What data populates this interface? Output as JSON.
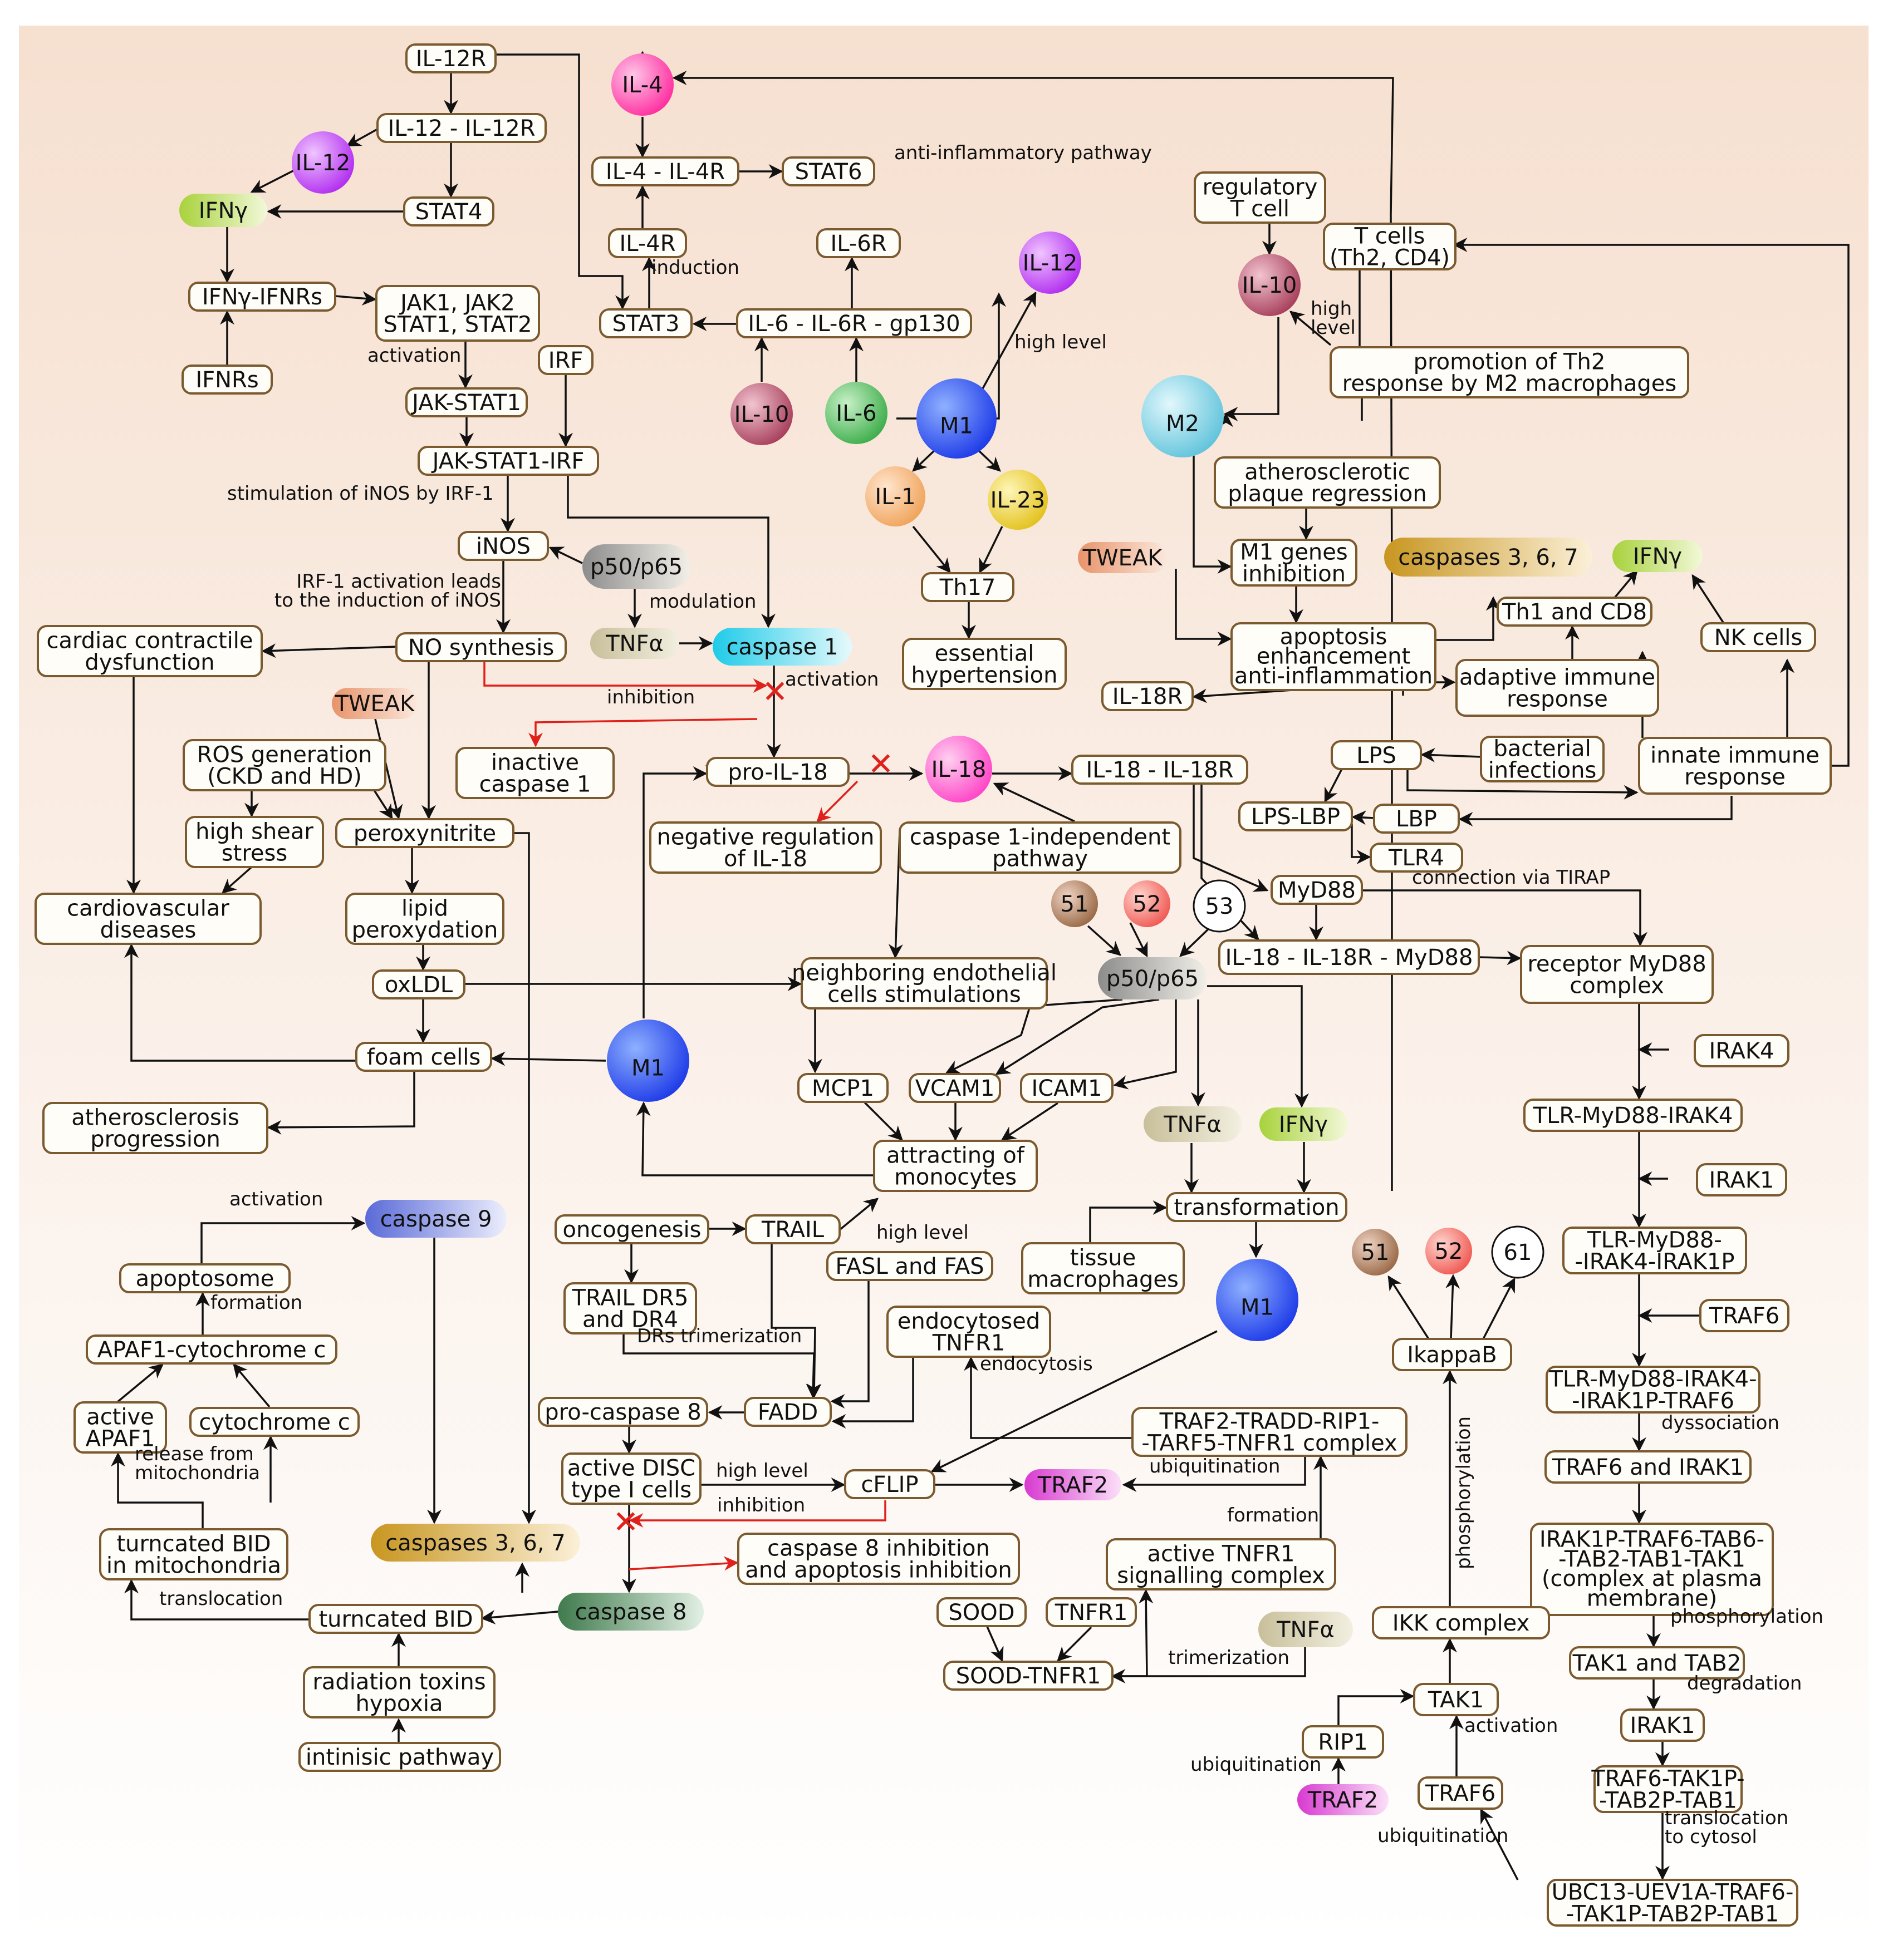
{
  "colors": {
    "box_stroke": "#7a5a2e",
    "box_fill": "#fffdf8",
    "background_top": "#f7e6d9",
    "inhibition": "#e0201a"
  },
  "boxes": {
    "il12r": "IL-12R",
    "il12_il12r": "IL-12 - IL-12R",
    "stat4": "STAT4",
    "ifng_ifnrs": "IFNγ-IFNRs",
    "ifnrs": "IFNRs",
    "jak_stat": [
      "JAK1, JAK2",
      "STAT1, STAT2"
    ],
    "jak_stat1": "JAK-STAT1",
    "irf": "IRF",
    "jak_stat1_irf": "JAK-STAT1-IRF",
    "inos": "iNOS",
    "no_synthesis": "NO synthesis",
    "cardiac": [
      "cardiac contractile",
      "dysfunction"
    ],
    "ros": [
      "ROS generation",
      "(CKD and HD)"
    ],
    "high_shear": [
      "high shear",
      "stress"
    ],
    "peroxynitrite": "peroxynitrite",
    "cardiovascular": [
      "cardiovascular",
      "diseases"
    ],
    "lipid": [
      "lipid",
      "peroxydation"
    ],
    "oxldl": "oxLDL",
    "foam": "foam cells",
    "atherosclerosis": [
      "atherosclerosis",
      "progression"
    ],
    "il4_il4r": "IL-4 - IL-4R",
    "stat6": "STAT6",
    "il4r": "IL-4R",
    "stat3": "STAT3",
    "il6r": "IL-6R",
    "il6_complex": "IL-6 - IL-6R - gp130",
    "th17": "Th17",
    "essential": [
      "essential",
      "hypertension"
    ],
    "inactive_casp1": [
      "inactive",
      "caspase 1"
    ],
    "pro_il18": "pro-IL-18",
    "neg_reg": [
      "negative regulation",
      "of IL-18"
    ],
    "casp1_indep": [
      "caspase 1-independent",
      "pathway"
    ],
    "il18_il18r": "IL-18 - IL-18R",
    "il18r": "IL-18R",
    "neighboring": [
      "neighboring endothelial",
      "cells stimulations"
    ],
    "mcp1": "MCP1",
    "vcam1": "VCAM1",
    "icam1": "ICAM1",
    "attracting": [
      "attracting of",
      "monocytes"
    ],
    "oncogenesis": "oncogenesis",
    "trail": "TRAIL",
    "trail_dr": [
      "TRAIL DR5",
      "and DR4"
    ],
    "fasl": "FASL and FAS",
    "endocytosed": [
      "endocytosed",
      "TNFR1"
    ],
    "pro_casp8": "pro-caspase 8",
    "fadd": "FADD",
    "disc": [
      "active DISC",
      "type I cells"
    ],
    "cflip": "cFLIP",
    "casp8_inhib": [
      "caspase 8 inhibition",
      "and apoptosis inhibition"
    ],
    "apoptosome": "apoptosome",
    "apaf1_cyt": "APAF1-cytochrome c",
    "active_apaf1": [
      "active",
      "APAF1"
    ],
    "cytochrome": "cytochrome c",
    "tbid_mito": [
      "turncated BID",
      "in mitochondria"
    ],
    "tbid": "turncated BID",
    "radiation": [
      "radiation toxins",
      "hypoxia"
    ],
    "intrinsic": "intinisic pathway",
    "regulatory_t": [
      "regulatory",
      "T cell"
    ],
    "t_cells": [
      "T cells",
      "(Th2, CD4)"
    ],
    "promotion": [
      "promotion of Th2",
      "response by M2 macrophages"
    ],
    "plaque": [
      "atherosclerotic",
      "plaque regression"
    ],
    "m1_genes": [
      "M1 genes",
      "inhibition"
    ],
    "apoptosis_enh": [
      "apoptosis",
      "enhancement",
      "anti-inflammation"
    ],
    "th1_cd8": "Th1 and CD8",
    "adaptive": [
      "adaptive immune",
      "response"
    ],
    "nk": "NK cells",
    "innate": [
      "innate immune",
      "response"
    ],
    "lps": "LPS",
    "bacterial": [
      "bacterial",
      "infections"
    ],
    "lps_lbp": "LPS-LBP",
    "lbp": "LBP",
    "tlr4": "TLR4",
    "myd88": "MyD88",
    "il18_myd88": "IL-18 - IL-18R - MyD88",
    "receptor_myd88": [
      "receptor MyD88",
      "complex"
    ],
    "irak4": "IRAK4",
    "tlr_irak4": "TLR-MyD88-IRAK4",
    "irak1_in": "IRAK1",
    "tlr_irak1p": [
      "TLR-MyD88-",
      "-IRAK4-IRAK1P"
    ],
    "traf6_in": "TRAF6",
    "tlr_traf6": [
      "TLR-MyD88-IRAK4-",
      "-IRAK1P-TRAF6"
    ],
    "traf6_irak1": "TRAF6 and IRAK1",
    "irak1p_complex": [
      "IRAK1P-TRAF6-TAB6-",
      "-TAB2-TAB1-TAK1",
      "(complex at plasma",
      "membrane)"
    ],
    "tak1_tab2": "TAK1 and TAB2",
    "irak1_out": "IRAK1",
    "traf6_tak1p": [
      "TRAF6-TAK1P-",
      "-TAB2P-TAB1"
    ],
    "ubc13": [
      "UBC13-UEV1A-TRAF6-",
      "-TAK1P-TAB2P-TAB1"
    ],
    "transformation": "transformation",
    "tissue_macro": [
      "tissue",
      "macrophages"
    ],
    "ikappab": "IkappaB",
    "traf2_complex": [
      "TRAF2-TRADD-RIP1-",
      "-TARF5-TNFR1 complex"
    ],
    "active_tnfr1": [
      "active TNFR1",
      "signalling complex"
    ],
    "sood": "SOOD",
    "tnfr1": "TNFR1",
    "sood_tnfr1": "SOOD-TNFR1",
    "ikk": "IKK complex",
    "tak1": "TAK1",
    "rip1": "RIP1",
    "traf6_low": "TRAF6"
  },
  "nodes": {
    "il4": "IL-4",
    "il12_top": "IL-12",
    "ifng_left": "IFNγ",
    "il12_right": "IL-12",
    "m1_center": "M1",
    "il6": "IL-6",
    "il10_left": "IL-10",
    "il1": "IL-1",
    "il23": "IL-23",
    "p50_top": "p50/p65",
    "tnfa_mid": "TNFα",
    "casp1": "caspase 1",
    "tweak_left": "TWEAK",
    "il18": "IL-18",
    "m1_left": "M1",
    "casp9": "caspase 9",
    "casp367_left": "caspases 3, 6, 7",
    "casp8": "caspase 8",
    "traf2_mid": "TRAF2",
    "m2": "M2",
    "il10_right": "IL-10",
    "tweak_right": "TWEAK",
    "casp367_right": "caspases 3, 6, 7",
    "ifng_right": "IFNγ",
    "n51_top": "51",
    "n52_top": "52",
    "n53": "53",
    "p50_mid": "p50/p65",
    "tnfa_low": "TNFα",
    "ifng_low": "IFNγ",
    "m1_low": "M1",
    "n51_low": "51",
    "n52_low": "52",
    "n61": "61",
    "tnfa_bottom": "TNFα",
    "traf2_bottom": "TRAF2"
  },
  "labels": {
    "activation_jak": "activation",
    "stim_inos": "stimulation of iNOS by IRF-1",
    "irf1_act": [
      "IRF-1 activation leads",
      "to the induction of iNOS"
    ],
    "modulation": "modulation",
    "activation_casp1": "activation",
    "inhibition_red": "inhibition",
    "induction": "induction",
    "anti_inflam": "anti-inflammatory pathway",
    "high_level_il12": "high level",
    "high_level_il10": [
      "high",
      "level"
    ],
    "connection_tirap": "connection via TIRAP",
    "high_level_fasl": "high level",
    "drs": "DRs trimerization",
    "endocytosis": "endocytosis",
    "high_level_cflip": "high level",
    "inhibition_red2": "inhibition",
    "ubiquitination_traf2": "ubiquitination",
    "formation_tnfr1": "formation",
    "trimerization": "trimerization",
    "activation_casp9": "activation",
    "formation_apop": "formation",
    "release": [
      "release from",
      "mitochondria"
    ],
    "translocation": "translocation",
    "dyssociation": "dyssociation",
    "phosphorylation_right": "phosphorylation",
    "degradation": "degradation",
    "translocation_cytosol": [
      "translocation",
      "to cytosol"
    ],
    "phosphorylation_vert": "phosphorylation",
    "activation_tak1": "activation",
    "ubiquitination_rip1": "ubiquitination",
    "ubiquitination_traf6": "ubiquitination"
  }
}
